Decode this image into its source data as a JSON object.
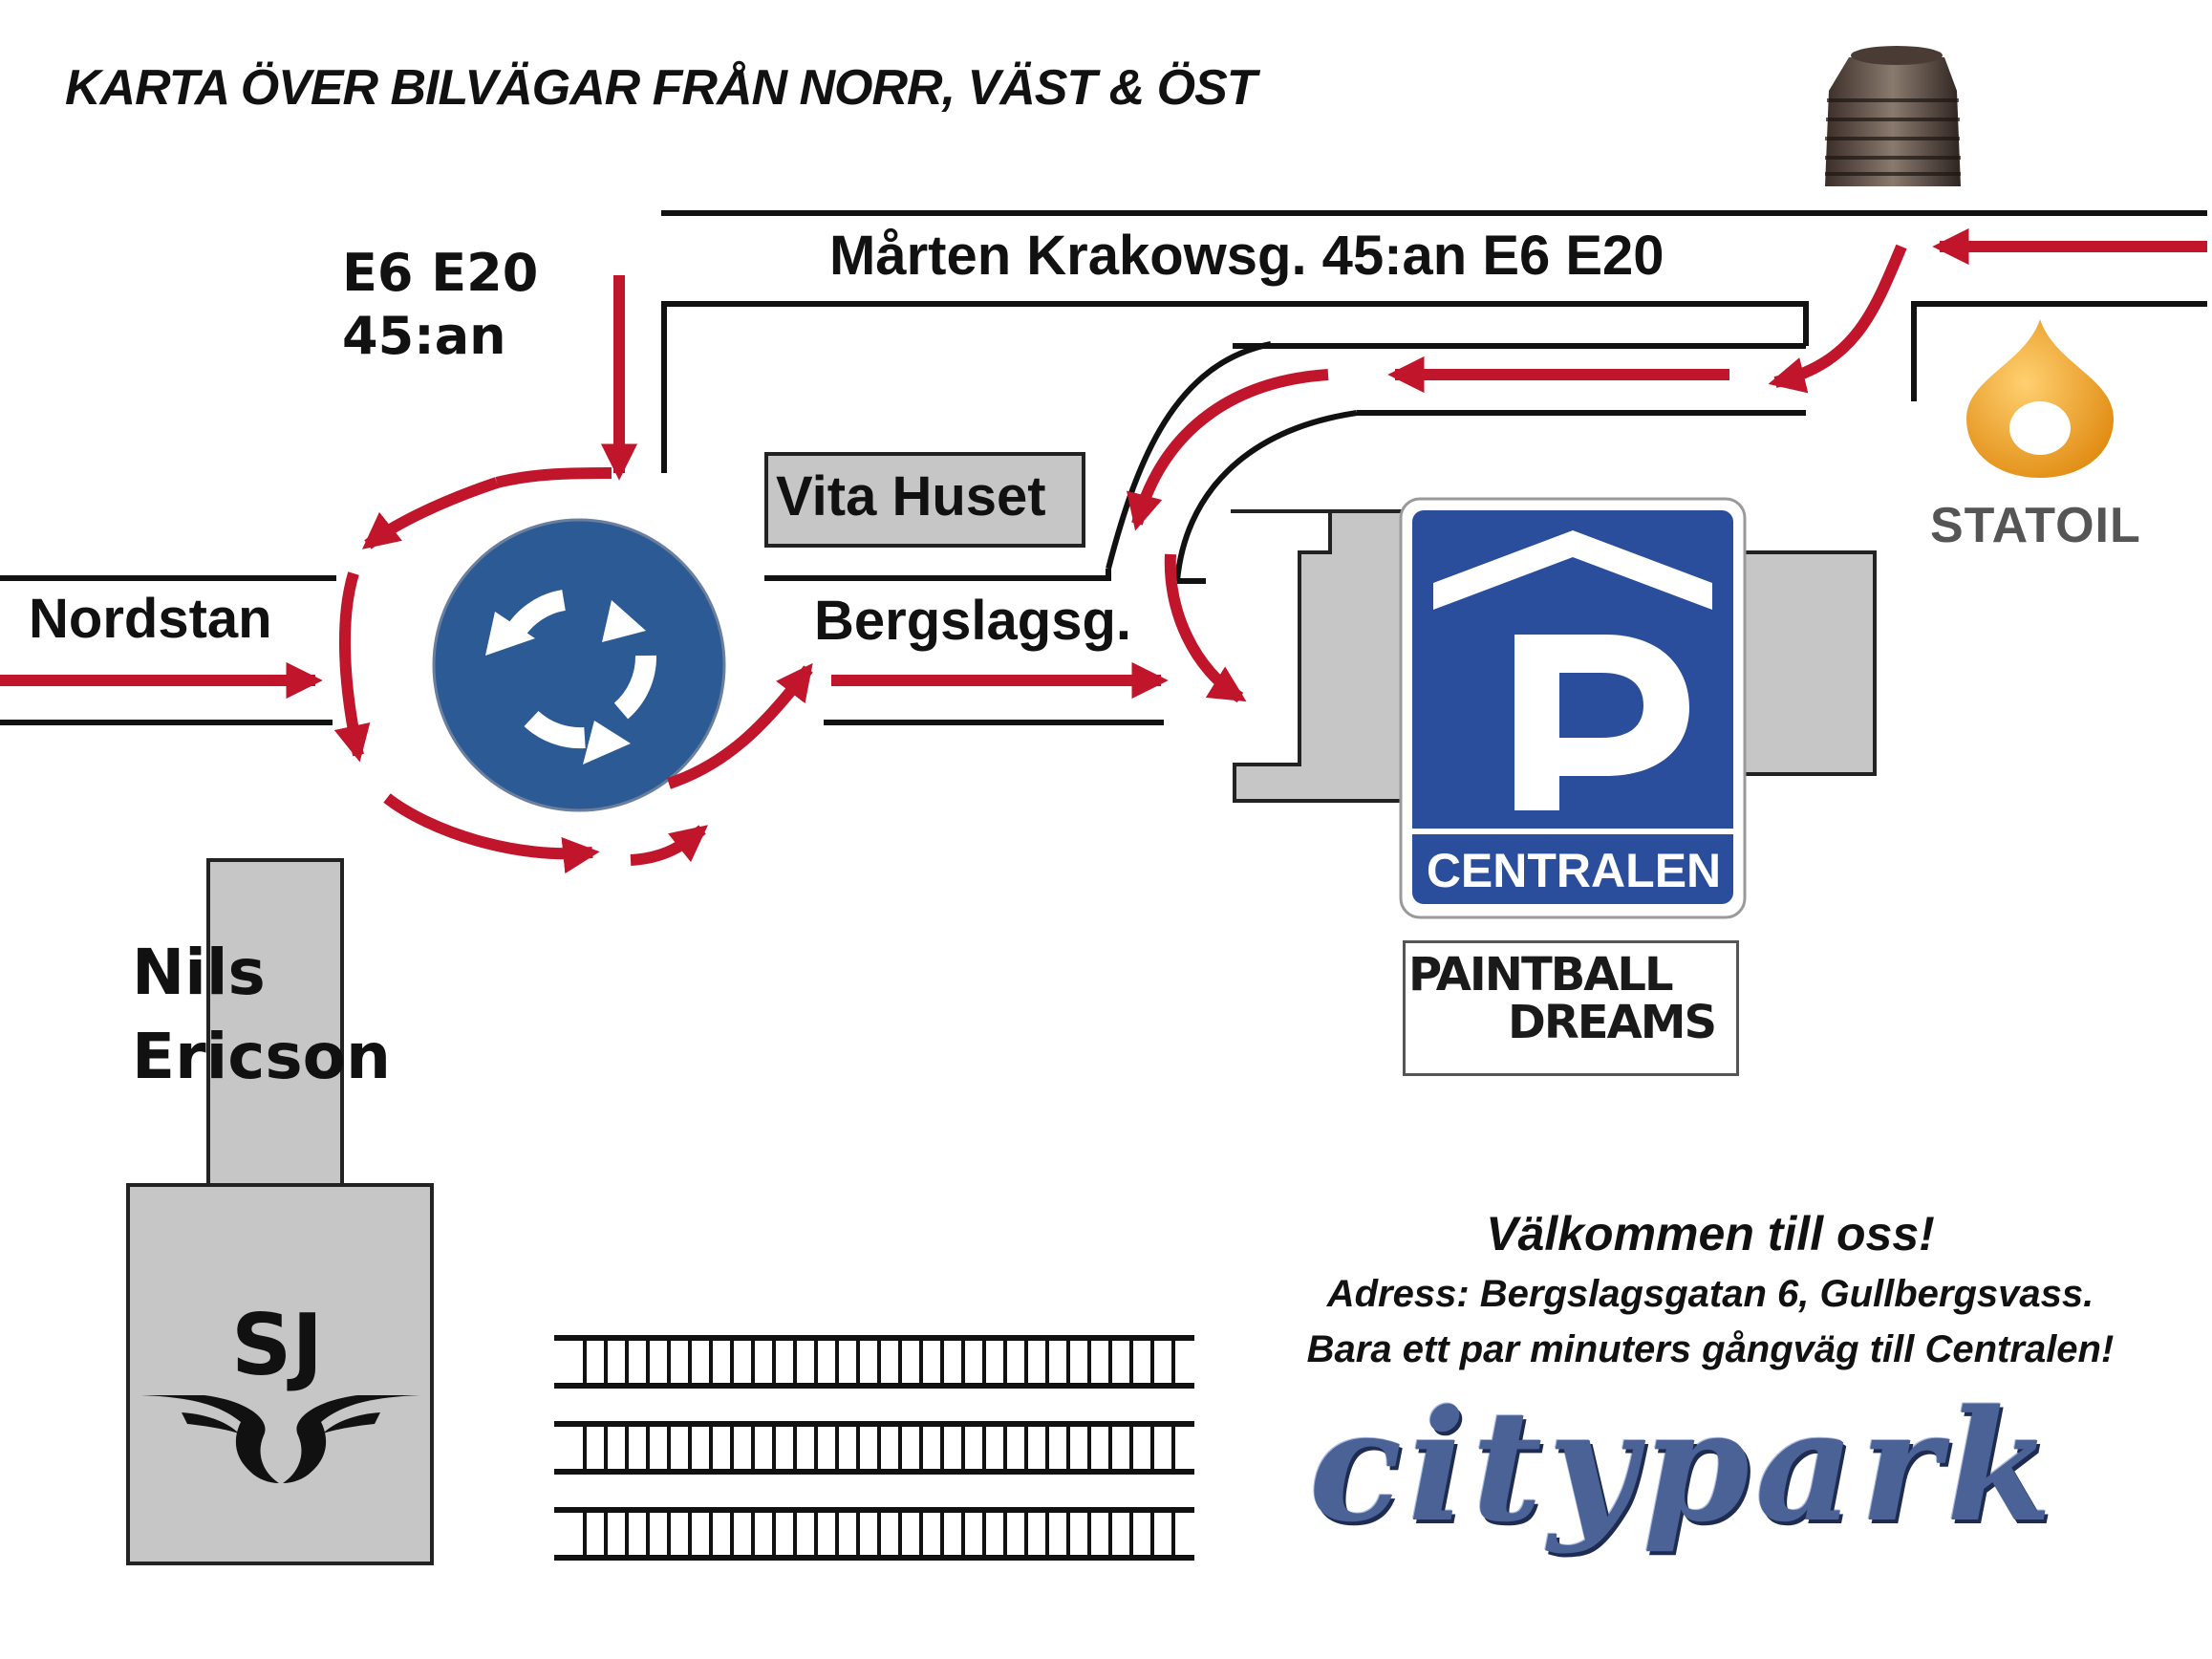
{
  "title": "KARTA ÖVER BILVÄGAR FRÅN NORR, VÄST & ÖST",
  "roads": {
    "marten": "Mårten Krakowsg. 45:an E6 E20",
    "e6_line1": "E6 E20",
    "e6_line2": "45:an",
    "nordstan": "Nordstan",
    "bergslagsg": "Bergslagsg."
  },
  "landmarks": {
    "vita_huset": "Vita Huset",
    "nils_line1": "Nils",
    "nils_line2": "Ericson",
    "sj_logo": "SJ",
    "statoil": "STATOIL",
    "parking_sign": "CENTRALEN",
    "paintball_line1": "PAINTBALL",
    "paintball_line2": "DREAMS"
  },
  "info": {
    "welcome": "Välkommen till oss!",
    "address": "Adress: Bergslagsgatan 6, Gullbergsvass.",
    "walk": "Bara ett par minuters gångväg till Centralen!",
    "brand": "citypark"
  },
  "icons": [
    "roundabout-sign-icon",
    "parking-sign-icon",
    "statoil-drop-icon",
    "sj-wings-icon",
    "tower-icon",
    "railway-tracks-icon",
    "paintball-player-icon"
  ],
  "colors": {
    "arrow_red": "#c0152a",
    "sign_blue": "#2a4e9c",
    "roundabout_blue": "#2b5a94",
    "building_grey": "#c6c6c6",
    "statoil_orange": "#f0a020",
    "brand_blue": "#4a6296"
  }
}
